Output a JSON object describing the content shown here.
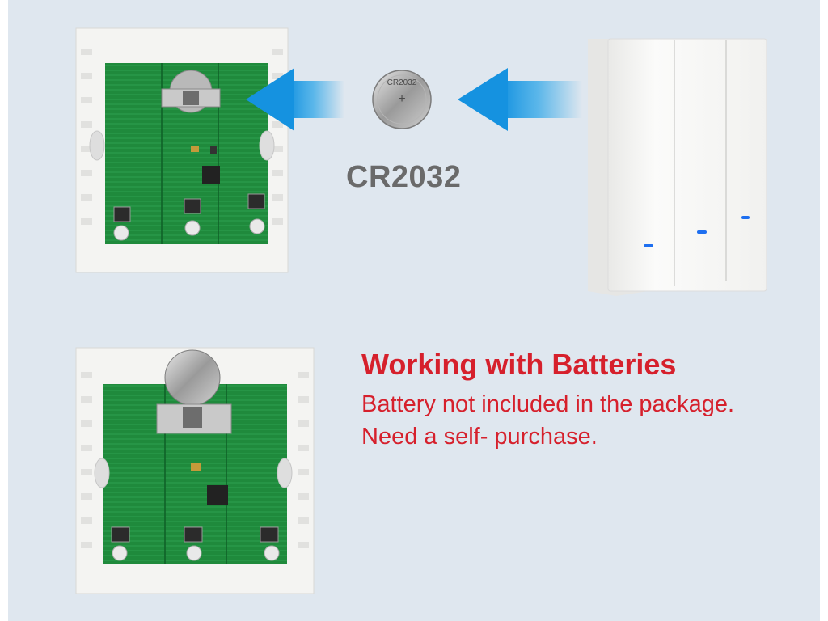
{
  "battery": {
    "model_label": "CR2032",
    "coin_engraving": "CR2032"
  },
  "info": {
    "title": "Working with Batteries",
    "line1": "Battery not included in the package.",
    "line2": "Need a self- purchase."
  },
  "colors": {
    "background": "#dfe7ef",
    "pcb_green": "#1f8a3c",
    "text_red": "#d6202c",
    "arrow_blue": "#2ea6e8",
    "switch_white": "#f7f7f5",
    "led_blue": "#1e6ff0"
  },
  "icons": {
    "arrow_left_1": "arrow-left-icon",
    "arrow_left_2": "arrow-left-icon"
  }
}
